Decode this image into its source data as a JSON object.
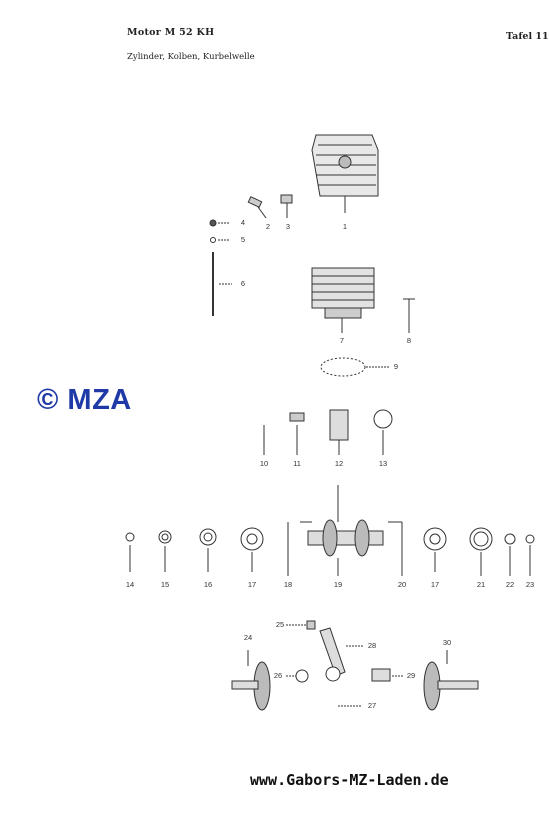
{
  "header": {
    "title": "Motor M 52 KH",
    "subtitle": "Zylinder, Kolben, Kurbelwelle",
    "plate": "Tafel 11"
  },
  "copyright": "© MZA",
  "website": "www.Gabors-MZ-Laden.de",
  "part_numbers": [
    "1",
    "2",
    "3",
    "4",
    "5",
    "6",
    "7",
    "8",
    "9",
    "10",
    "11",
    "12",
    "13",
    "14",
    "15",
    "16",
    "17",
    "18",
    "19",
    "20",
    "17",
    "21",
    "22",
    "23",
    "24",
    "25",
    "26",
    "27",
    "28",
    "29",
    "30"
  ],
  "colors": {
    "copyright_blue": "#1f3aa6",
    "ink": "#333333"
  }
}
